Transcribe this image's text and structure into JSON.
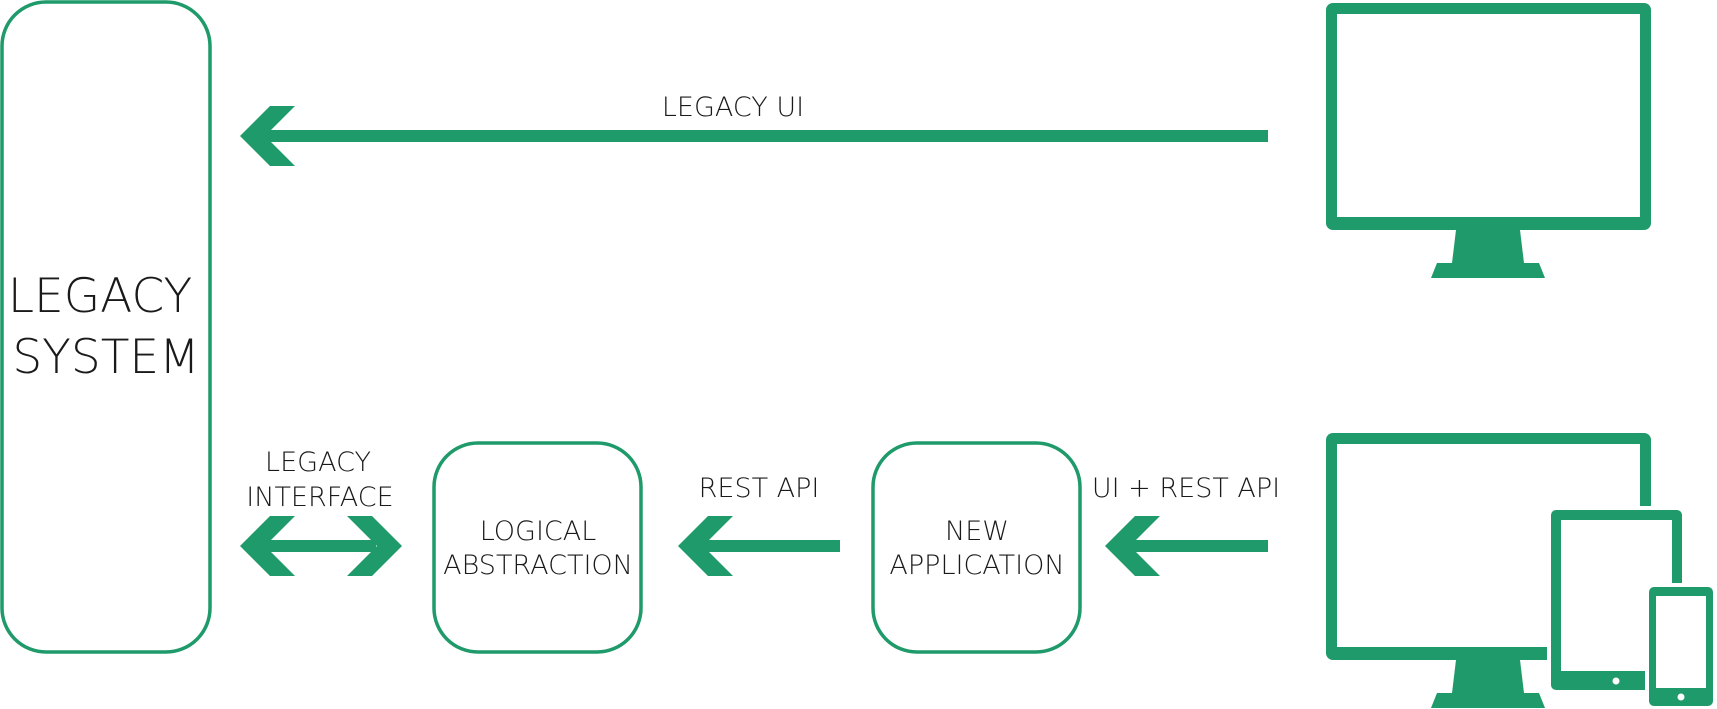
{
  "colors": {
    "accent": "#1f9a6a",
    "background": "#ffffff",
    "text": "#1a1a1a"
  },
  "legacy_system": {
    "line1": "LEGACY",
    "line2": "SYSTEM"
  },
  "legacy_ui_label": "LEGACY UI",
  "legacy_interface_label": {
    "line1": "LEGACY",
    "line2": "INTERFACE"
  },
  "logical_abstraction": {
    "line1": "LOGICAL",
    "line2": "ABSTRACTION"
  },
  "rest_api_label": "REST API",
  "new_application": {
    "line1": "NEW",
    "line2": "APPLICATION"
  },
  "ui_rest_api_label": "UI + REST API",
  "icons": {
    "legacy_client": "desktop-monitor-icon",
    "new_clients": "multi-device-icon"
  }
}
